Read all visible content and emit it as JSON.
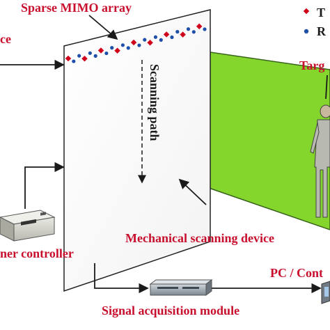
{
  "labels": {
    "sparse_mimo_array": "Sparse MIMO array",
    "scanning_path": "Scanning path",
    "mechanical_scanning_device": "Mechanical scanning device",
    "scanner_controller": "ner controller",
    "signal_acquisition_module": "Signal acquisition module",
    "pc_control": "PC / Cont",
    "target": "Targ",
    "left_cut": "ce"
  },
  "legend": {
    "tx_label": "T",
    "rx_label": "R"
  },
  "colors": {
    "label_red": "#c8102e",
    "beam_green": "#7ed321",
    "tx_marker": "#d0021b",
    "rx_marker": "#1f4fa8"
  },
  "icons": [
    "scanner-controller-device-icon",
    "signal-acquisition-device-icon",
    "pc-icon",
    "person-target-icon"
  ]
}
